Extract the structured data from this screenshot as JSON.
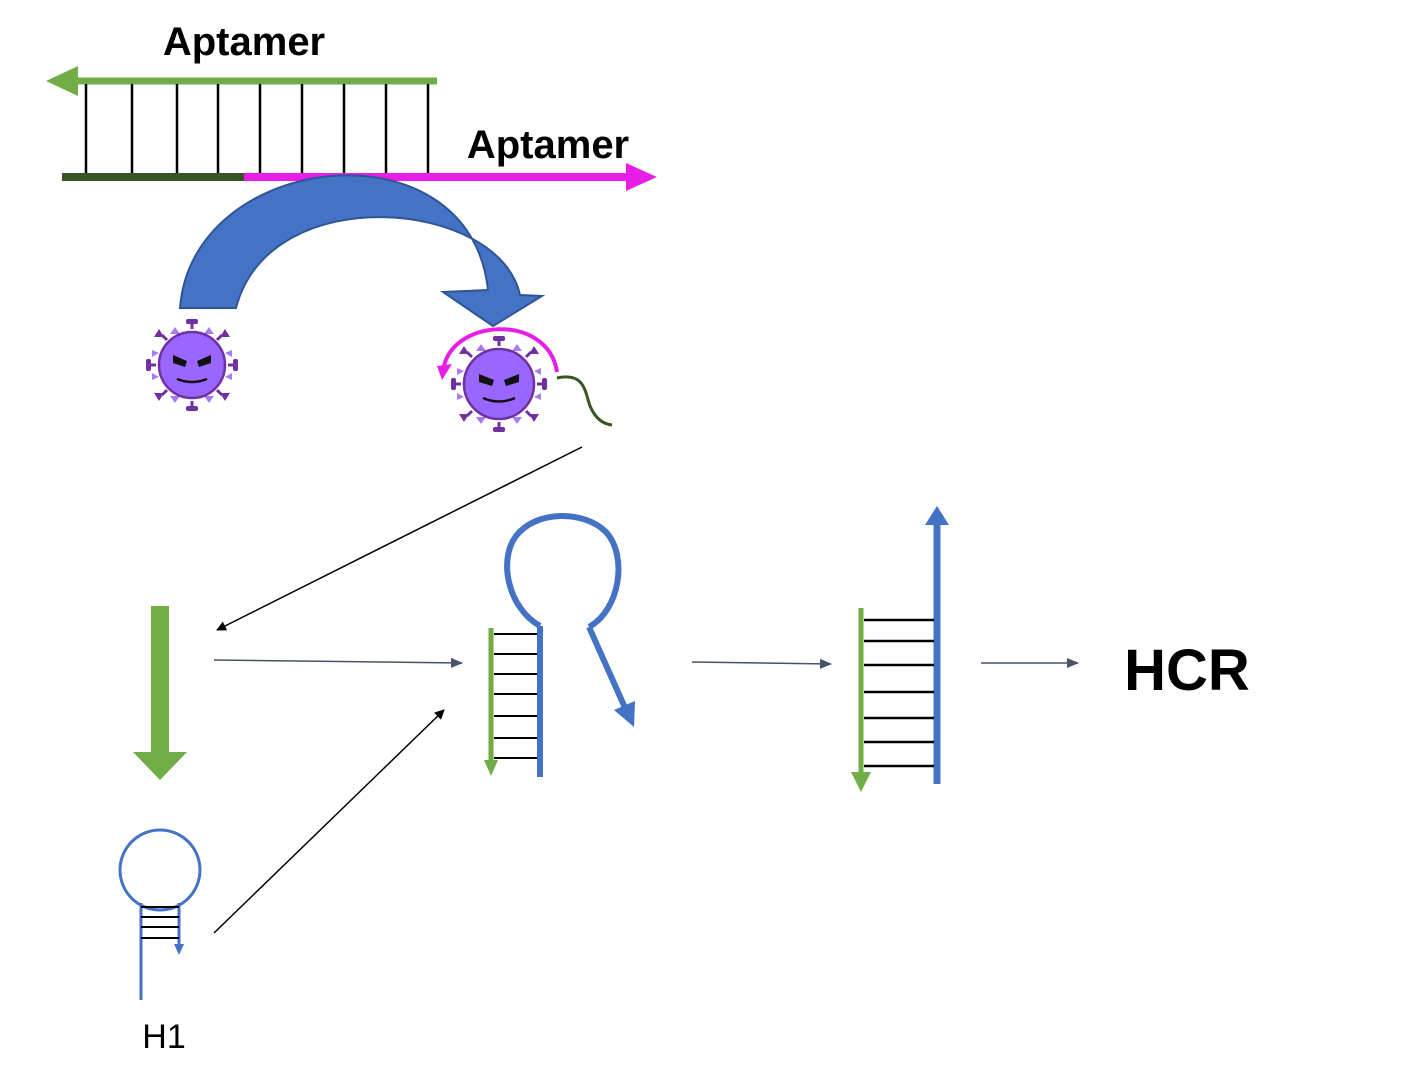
{
  "labels": {
    "aptamer_top": "Aptamer",
    "aptamer_right": "Aptamer",
    "hairpin": "H1",
    "product": "HCR"
  },
  "colors": {
    "green": "#70ad47",
    "dark_green": "#375623",
    "magenta": "#e81ee6",
    "blue_arrow": "#4472c4",
    "blue_strand": "#4472c4",
    "virus_body": "#9966ff",
    "virus_spike": "#7030a0",
    "connector": "#44546a",
    "black": "#000000"
  },
  "icons": {
    "virus_free": "virus-icon",
    "virus_bound": "virus-bound-icon",
    "transfer": "curved-arrow-icon"
  }
}
